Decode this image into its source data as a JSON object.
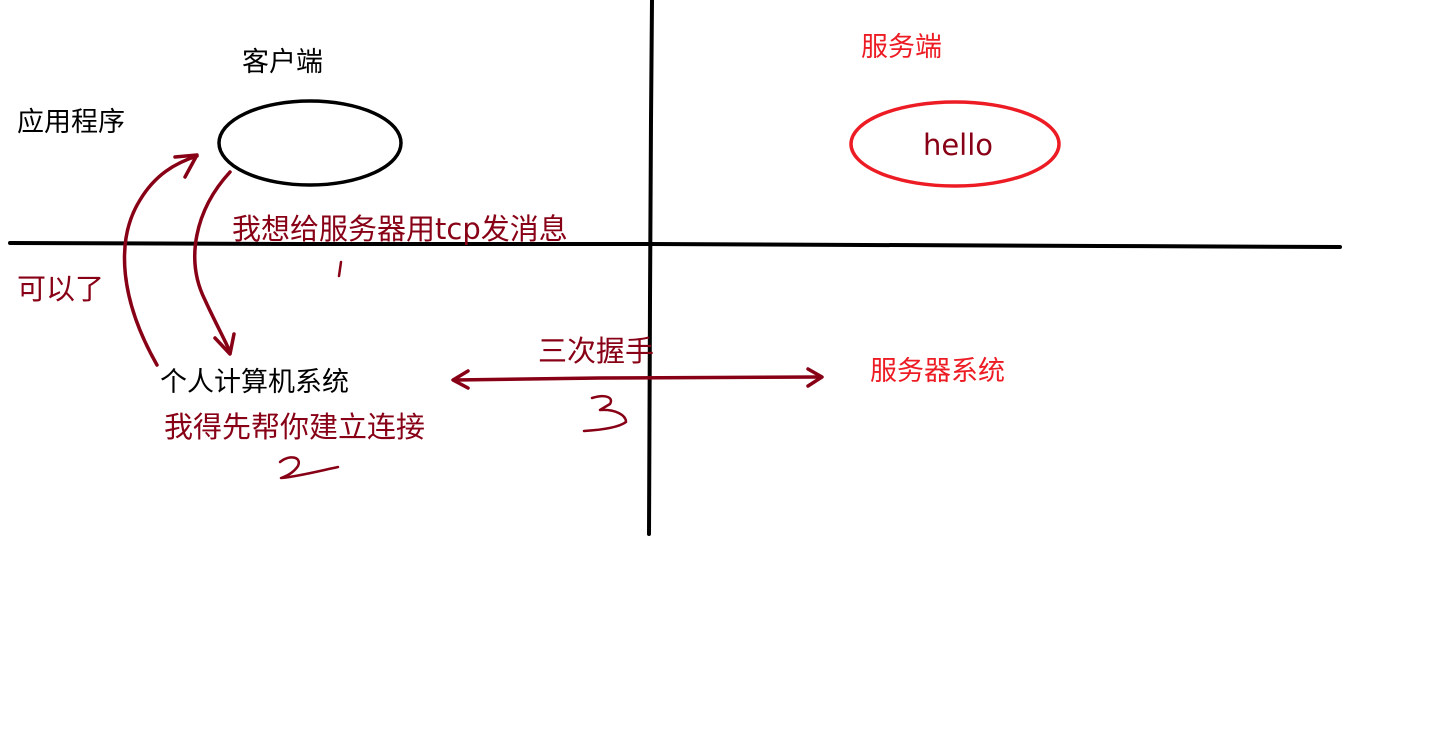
{
  "labels": {
    "client": "客户端",
    "application": "应用程序",
    "server": "服务端",
    "hello": "hello",
    "message": "我想给服务器用tcp发消息",
    "ok": "可以了",
    "pc_system": "个人计算机系统",
    "connect_first": "我得先帮你建立连接",
    "handshake": "三次握手",
    "server_system": "服务器系统"
  },
  "step_numbers": {
    "step1": "1",
    "step2": "2",
    "step3": "3"
  },
  "colors": {
    "black": "#000000",
    "red": "#ed1c24",
    "dark_red": "#880015"
  }
}
